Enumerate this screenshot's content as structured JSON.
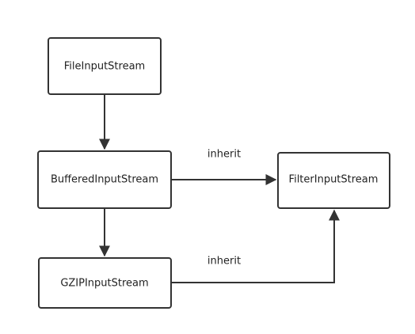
{
  "nodes": {
    "file_input_stream": {
      "label": "FileInputStream"
    },
    "buffered_input_stream": {
      "label": "BufferedInputStream"
    },
    "filter_input_stream": {
      "label": "FilterInputStream"
    },
    "gzip_input_stream": {
      "label": "GZIPInputStream"
    }
  },
  "edges": {
    "buffered_to_filter": {
      "label": "inherit"
    },
    "gzip_to_filter": {
      "label": "inherit"
    }
  },
  "colors": {
    "stroke": "#333333",
    "text": "#222222",
    "background": "#ffffff"
  }
}
